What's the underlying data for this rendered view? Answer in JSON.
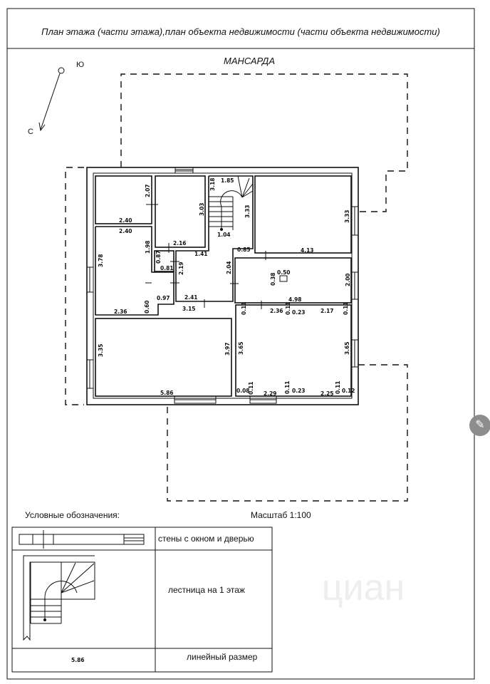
{
  "title": "План этажа (части этажа),план объекта недвижимости (части объекта недвижимости)",
  "floor_name": "МАНСАРДА",
  "compass": {
    "north": "С",
    "south": "Ю"
  },
  "plan": {
    "dims": [
      "2.07",
      "2.40",
      "2.40",
      "3.03",
      "1.85",
      "3.18",
      "3.33",
      "1.04",
      "2.16",
      "1.41",
      "0.85",
      "4.13",
      "1.98",
      "3.78",
      "0.87",
      "0.81",
      "2.19",
      "2.04",
      "0.50",
      "0.38",
      "2.00",
      "4.98",
      "0.97",
      "2.41",
      "3.15",
      "2.36",
      "0.60",
      "2.36",
      "0.11",
      "0.11",
      "0.23",
      "2.17",
      "0.11",
      "3.35",
      "3.97",
      "3.65",
      "3.65",
      "5.86",
      "0.08",
      "0.11",
      "2.29",
      "0.11",
      "0.23",
      "2.25",
      "0.11",
      "0.12",
      "3.33"
    ]
  },
  "legend": {
    "heading": "Условные обозначения:",
    "scale": "Масштаб 1:100",
    "rows": [
      {
        "label": "стены с окном и дверью"
      },
      {
        "label": "лестница на 1 этаж"
      },
      {
        "sample": "5.86",
        "label": "линейный размер"
      }
    ]
  },
  "watermark": "циан",
  "edit_icon": "pencil-icon"
}
